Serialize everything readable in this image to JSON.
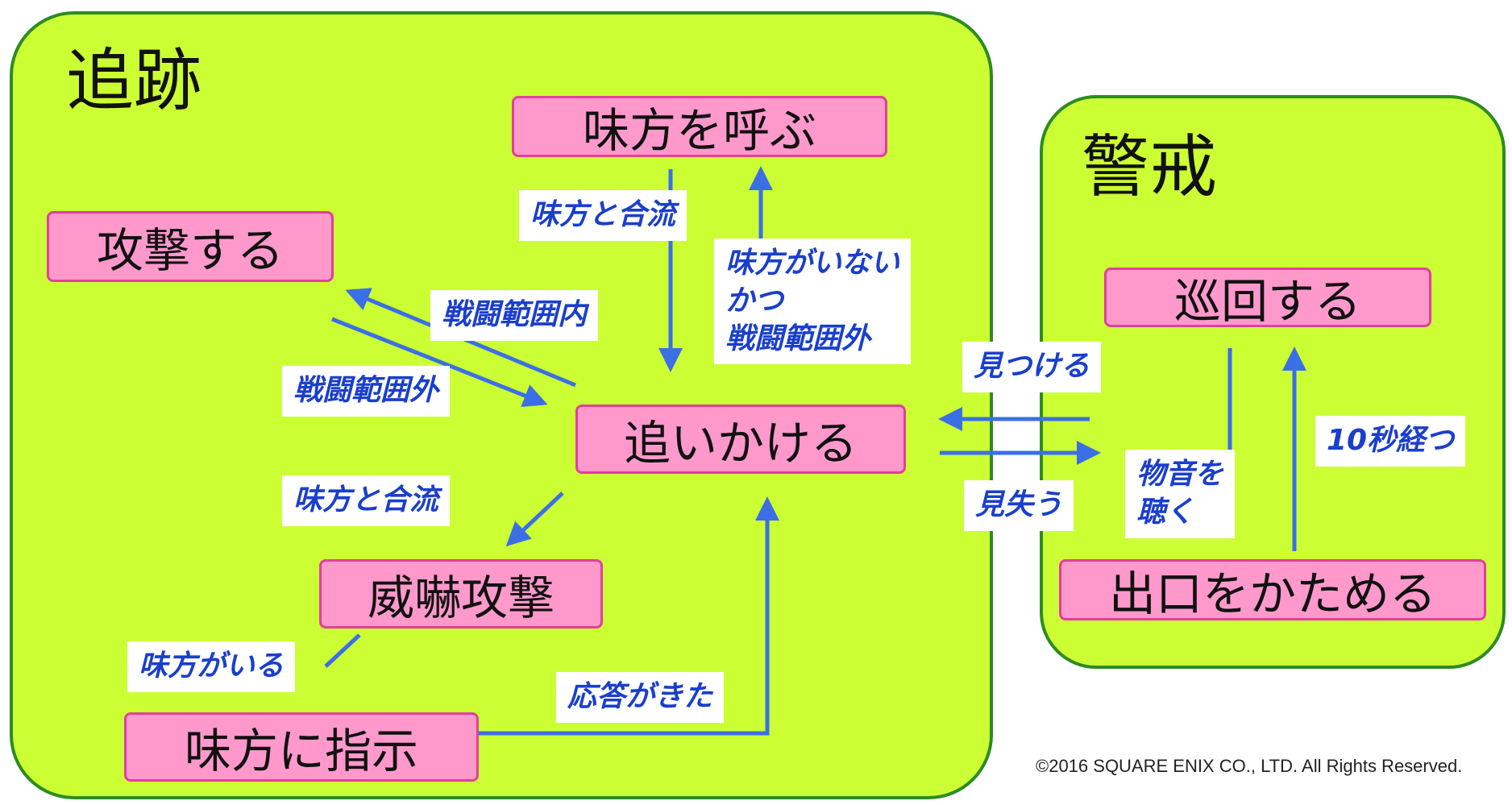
{
  "groups": {
    "chase": {
      "title": "追跡"
    },
    "alert": {
      "title": "警戒"
    }
  },
  "states": {
    "call_allies": "味方を呼ぶ",
    "attack": "攻撃する",
    "chase": "追いかける",
    "threat_attack": "威嚇攻撃",
    "command_allies": "味方に指示",
    "patrol": "巡回する",
    "guard_exit": "出口をかためる"
  },
  "conditions": {
    "join_allies_top": "味方と合流",
    "no_allies_out_of_range": "味方がいない\nかつ\n戦闘範囲外",
    "in_combat_range": "戦闘範囲内",
    "out_of_combat_range": "戦闘範囲外",
    "join_allies_left": "味方と合流",
    "has_allies": "味方がいる",
    "response_received": "応答がきた",
    "found": "見つける",
    "lost": "見失う",
    "hear_sound": "物音を\n聴く",
    "ten_seconds": "10秒経つ"
  },
  "colors": {
    "group_fill": "#ccff33",
    "group_border": "#2e8b22",
    "state_fill": "#ff99cc",
    "state_border": "#e0409a",
    "arrow": "#3b6fe6",
    "condition_text": "#1a3fcc"
  },
  "copyright": "©2016 SQUARE ENIX CO., LTD. All Rights Reserved."
}
